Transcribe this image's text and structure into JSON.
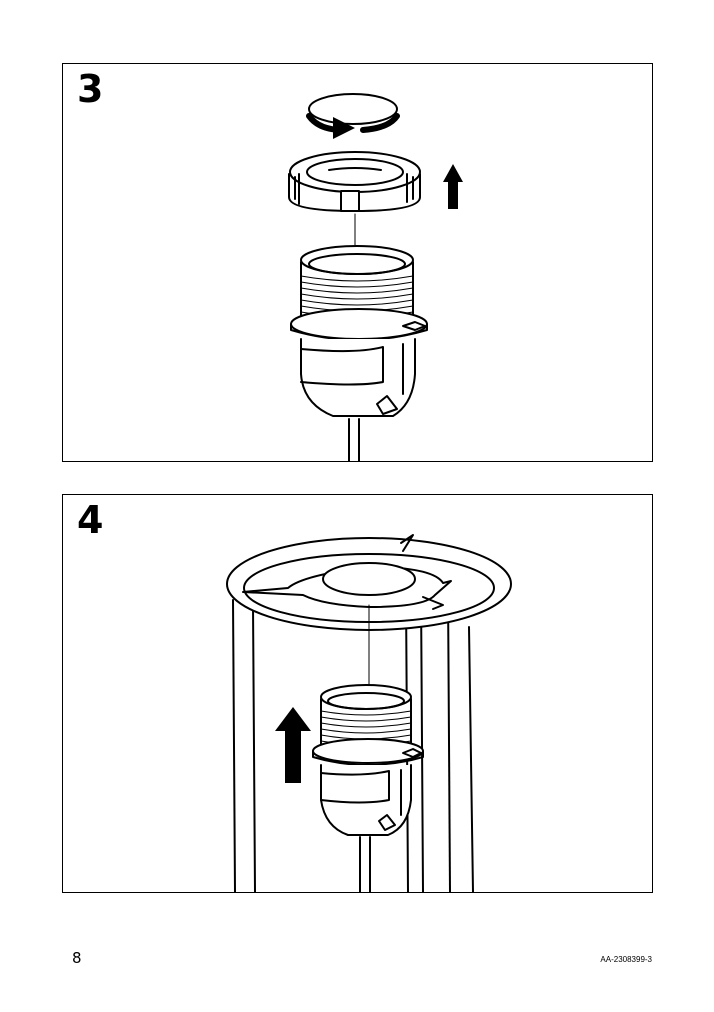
{
  "steps": [
    {
      "number": "3"
    },
    {
      "number": "4"
    }
  ],
  "footer": {
    "page_number": "8",
    "document_code": "AA-2308399-3"
  }
}
